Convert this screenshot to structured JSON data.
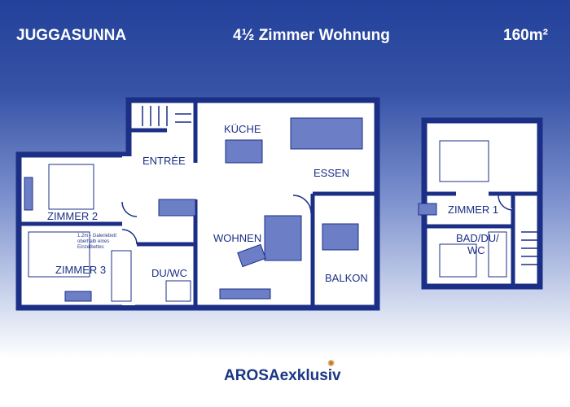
{
  "header": {
    "name": "JUGGASUNNA",
    "type": "4½ Zimmer Wohnung",
    "area": "160m²"
  },
  "rooms": {
    "kueche": "KÜCHE",
    "essen": "ESSEN",
    "entree": "ENTRÉE",
    "zimmer2": "ZIMMER 2",
    "zimmer3": "ZIMMER 3",
    "duwc": "DU/WC",
    "wohnen": "WOHNEN",
    "balkon": "BALKON",
    "zimmer1": "ZIMMER 1",
    "bad_line1": "BAD/DU/",
    "bad_line2": "WC"
  },
  "notes": {
    "gallery_line1": "1.2m - Galeriebett",
    "gallery_line2": "oberhalb eines",
    "gallery_line3": "Einzelbettes"
  },
  "logo": "AROSAexklusiv",
  "colors": {
    "wall": "#1c2f86",
    "furniture": "#6b7ec6",
    "floor": "#ffffff"
  }
}
